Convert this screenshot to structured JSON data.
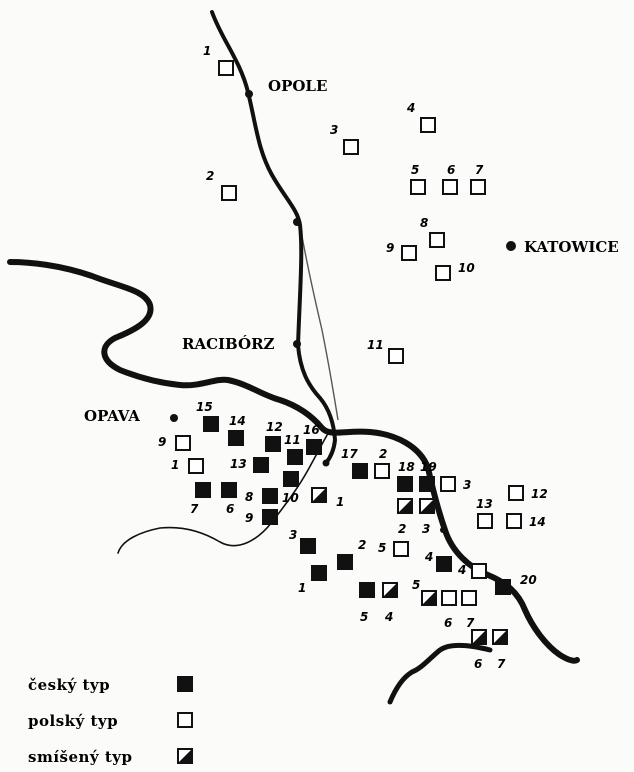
{
  "cities": [
    {
      "key": "opole",
      "label": "OPOLE"
    },
    {
      "key": "katowice",
      "label": "KATOWICE"
    },
    {
      "key": "raciborz",
      "label": "RACIBÓRZ"
    },
    {
      "key": "opava",
      "label": "OPAVA"
    }
  ],
  "legend": [
    {
      "key": "cz",
      "label": "český typ"
    },
    {
      "key": "pl",
      "label": "polský typ"
    },
    {
      "key": "mix",
      "label": "smíšený typ"
    }
  ],
  "sites": [
    {
      "id": "s1",
      "type": "pl",
      "label": "1"
    },
    {
      "id": "s2",
      "type": "pl",
      "label": "2"
    },
    {
      "id": "s3",
      "type": "pl",
      "label": "3"
    },
    {
      "id": "s4",
      "type": "pl",
      "label": "4"
    },
    {
      "id": "s5",
      "type": "pl",
      "label": "5"
    },
    {
      "id": "s6",
      "type": "pl",
      "label": "6"
    },
    {
      "id": "s7",
      "type": "pl",
      "label": "7"
    },
    {
      "id": "s8",
      "type": "pl",
      "label": "8"
    },
    {
      "id": "s9",
      "type": "pl",
      "label": "9"
    },
    {
      "id": "s10",
      "type": "pl",
      "label": "10"
    },
    {
      "id": "s11",
      "type": "pl",
      "label": "11"
    },
    {
      "id": "s15",
      "type": "cz",
      "label": "15"
    },
    {
      "id": "s14",
      "type": "cz",
      "label": "14"
    },
    {
      "id": "s9b",
      "type": "pl",
      "label": "9"
    },
    {
      "id": "s1b",
      "type": "pl",
      "label": "1"
    },
    {
      "id": "s12b",
      "type": "cz",
      "label": "12"
    },
    {
      "id": "s11b",
      "type": "cz",
      "label": "11"
    },
    {
      "id": "s16b",
      "type": "cz",
      "label": "16"
    },
    {
      "id": "s13b",
      "type": "cz",
      "label": "13"
    },
    {
      "id": "s7b",
      "type": "cz",
      "label": "7"
    },
    {
      "id": "s6b",
      "type": "cz",
      "label": "6"
    },
    {
      "id": "s8b",
      "type": "cz",
      "label": "8"
    },
    {
      "id": "s10b",
      "type": "cz",
      "label": "10"
    },
    {
      "id": "s9c",
      "type": "cz",
      "label": "9"
    },
    {
      "id": "s1c",
      "type": "mix",
      "label": "1"
    },
    {
      "id": "s17c",
      "type": "cz",
      "label": "17"
    },
    {
      "id": "s2c",
      "type": "pl",
      "label": "2"
    },
    {
      "id": "s18c",
      "type": "cz",
      "label": "18"
    },
    {
      "id": "s19c",
      "type": "cz",
      "label": "19"
    },
    {
      "id": "s3c",
      "type": "pl",
      "label": "3"
    },
    {
      "id": "s2d",
      "type": "mix",
      "label": "2"
    },
    {
      "id": "s3d",
      "type": "mix",
      "label": "3"
    },
    {
      "id": "s12d",
      "type": "pl",
      "label": "12"
    },
    {
      "id": "s13d",
      "type": "pl",
      "label": "13"
    },
    {
      "id": "s14d",
      "type": "pl",
      "label": "14"
    },
    {
      "id": "s3e",
      "type": "cz",
      "label": "3"
    },
    {
      "id": "s2e",
      "type": "cz",
      "label": "2"
    },
    {
      "id": "s1e",
      "type": "cz",
      "label": "1"
    },
    {
      "id": "s5e",
      "type": "pl",
      "label": "5"
    },
    {
      "id": "s4e",
      "type": "cz",
      "label": "4"
    },
    {
      "id": "s5f",
      "type": "cz",
      "label": "5"
    },
    {
      "id": "s4f",
      "type": "mix",
      "label": "4"
    },
    {
      "id": "s4g",
      "type": "pl",
      "label": "4"
    },
    {
      "id": "s20",
      "type": "cz",
      "label": "20"
    },
    {
      "id": "s5g",
      "type": "mix",
      "label": "5"
    },
    {
      "id": "s6g",
      "type": "pl",
      "label": "6"
    },
    {
      "id": "s7g",
      "type": "pl",
      "label": "7"
    },
    {
      "id": "s6h",
      "type": "mix",
      "label": "6"
    },
    {
      "id": "s7h",
      "type": "mix",
      "label": "7"
    }
  ]
}
